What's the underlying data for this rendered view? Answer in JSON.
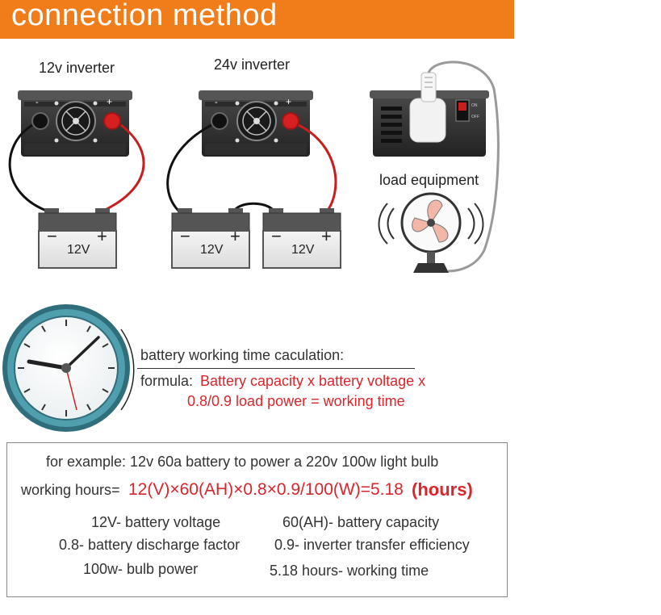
{
  "header": {
    "title": "connection method"
  },
  "inverters": {
    "inv12_label": "12v inverter",
    "inv24_label": "24v inverter",
    "load_label": "load equipment",
    "switch_on": "ON",
    "switch_off": "OFF",
    "terminal_neg": "-",
    "terminal_pos": "+"
  },
  "batteries": [
    {
      "voltage": "12V",
      "neg": "−",
      "pos": "+"
    },
    {
      "voltage": "12V",
      "neg": "−",
      "pos": "+"
    },
    {
      "voltage": "12V",
      "neg": "−",
      "pos": "+"
    }
  ],
  "calculation": {
    "title": "battery working time caculation:",
    "formula_prefix": "formula:",
    "formula_line1": "Battery capacity x battery voltage x",
    "formula_line2": "0.8/0.9 load power = working time"
  },
  "example": {
    "intro": "for example: 12v 60a battery to power a 220v 100w light bulb",
    "working_hours_label": "working hours=",
    "working_hours_formula": "12(V)×60(AH)×0.8×0.9/100(W)=5.18",
    "working_hours_unit": "(hours)",
    "definitions": [
      "12V- battery voltage",
      "60(AH)- battery  capacity",
      "0.8- battery discharge factor",
      "0.9- inverter transfer efficiency",
      "100w- bulb power",
      "5.18 hours- working time"
    ]
  },
  "colors": {
    "banner": "#f07d1a",
    "formula_red": "#d8262d",
    "clock_ring": "#3f8a98",
    "cable_red": "#c81e1e"
  }
}
